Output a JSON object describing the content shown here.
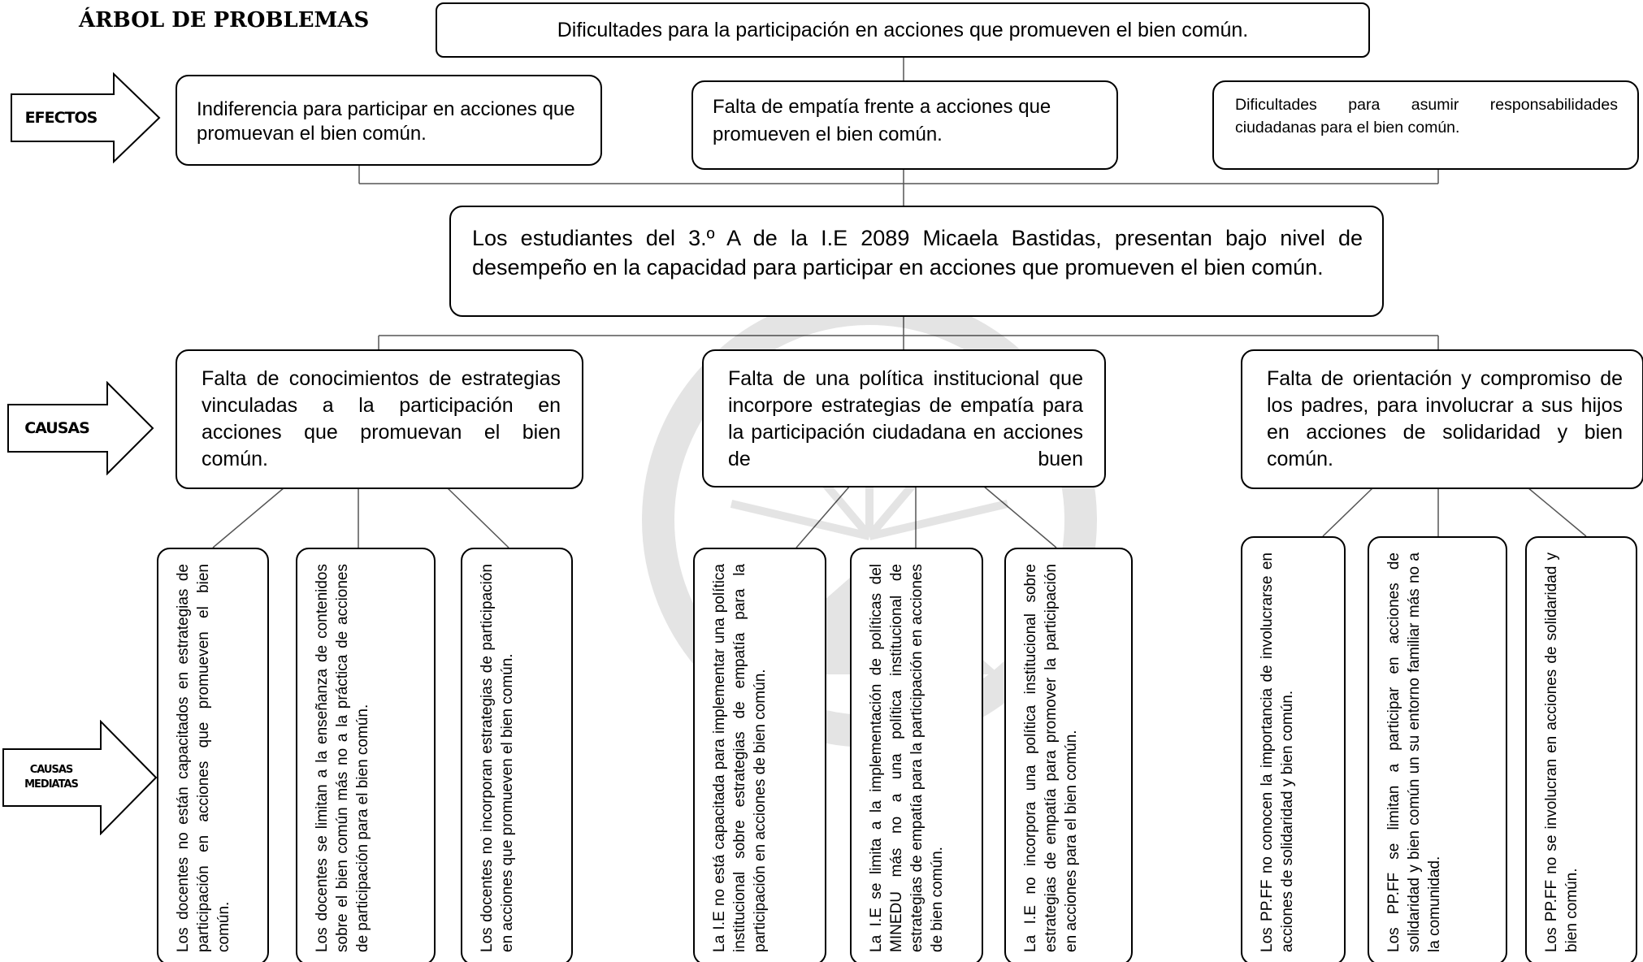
{
  "title": "ÁRBOL DE PROBLEMAS",
  "top_box": "Dificultades para la participación en acciones que promueven el bien común.",
  "labels": {
    "efectos": "EFECTOS",
    "causas": "CAUSAS",
    "causas_mediatas_1": "CAUSAS",
    "causas_mediatas_2": "MEDIATAS"
  },
  "efectos": [
    "Indiferencia para participar en acciones que promuevan el bien común.",
    "Falta de empatía frente a acciones que promueven el bien común.",
    "Dificultades para asumir responsabilidades ciudadanas para el bien común."
  ],
  "problema_central": "Los estudiantes del 3.º A de la I.E 2089 Micaela Bastidas, presentan bajo nivel de desempeño en la capacidad para participar en acciones que promueven el bien común.",
  "causas": [
    "Falta de conocimientos de estrategias vinculadas a la participación en acciones que promuevan el bien común.",
    "Falta de una política institucional que incorpore estrategias de empatía para la participación ciudadana en acciones de buen",
    "Falta de orientación y compromiso de los padres, para involucrar a sus hijos en acciones de solidaridad y bien común."
  ],
  "causas_mediatas": [
    "Los docentes no están capacitados en estrategias de participación en acciones que promueven el bien común.",
    "Los docentes se limitan a la enseñanza de contenidos sobre el bien común más no a la práctica de acciones de participación para el bien común.",
    "Los docentes no incorporan estrategias de participación en acciones que promueven el bien común.",
    "La I.E no está capacitada para implementar una política institucional sobre estrategias de empatía para la participación en acciones de bien común.",
    "La I.E se limita a la implementación de políticas del MINEDU más no a una política institucional de estrategias de empatía para la participación en acciones de bien común.",
    "La I.E no incorpora una política institucional sobre estrategias de empatía para promover la participación en acciones para el bien común.",
    "Los PP.FF no conocen la importancia de involucrarse en acciones de solidaridad y bien común.",
    "Los PP.FF se limitan a participar en acciones de solidaridad y bien común un su entorno familiar más no a la comunidad.",
    "Los PP.FF no se involucran en acciones de solidaridad y bien común."
  ]
}
